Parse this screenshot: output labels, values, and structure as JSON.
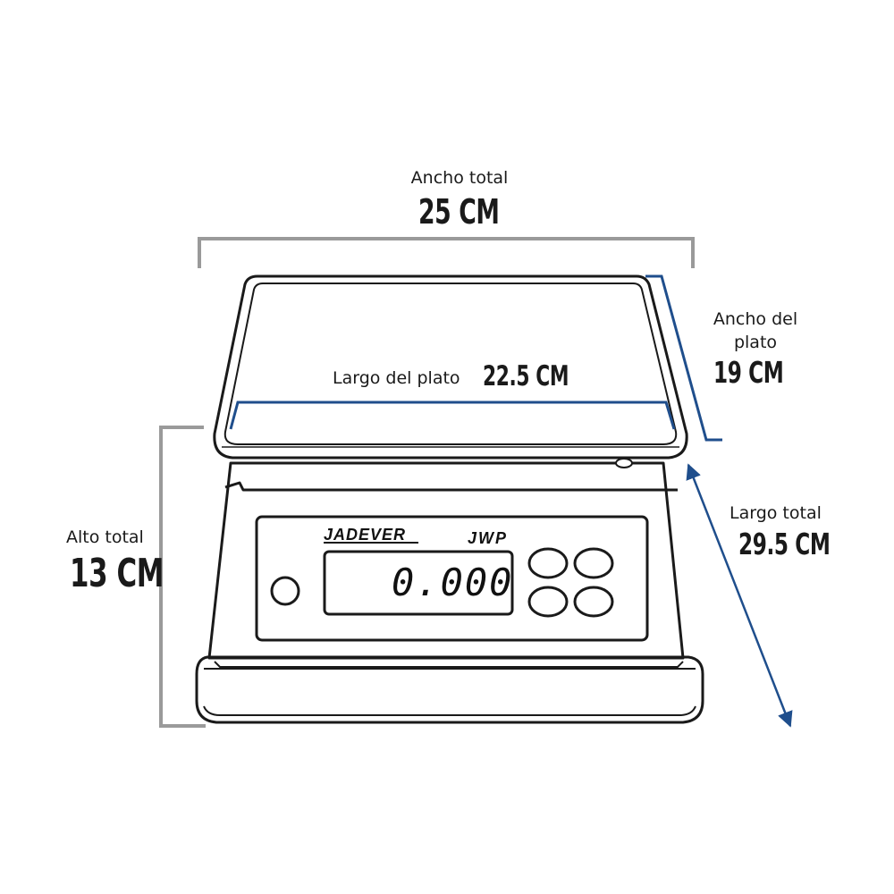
{
  "dimensions": {
    "total_width": {
      "label": "Ancho total",
      "value": "25 CM"
    },
    "plate_length": {
      "label": "Largo del plato",
      "value": "22.5 CM"
    },
    "plate_width": {
      "label_line1": "Ancho del",
      "label_line2": "plato",
      "value": "19 CM"
    },
    "total_length": {
      "label": "Largo total",
      "value": "29.5 CM"
    },
    "total_height": {
      "label": "Alto total",
      "value": "13 CM"
    }
  },
  "scale": {
    "brand": "JADEVER",
    "model": "JWP",
    "display_reading": "0.000"
  },
  "colors": {
    "bracket_gray": "#9a9a9a",
    "dimension_blue": "#1f4e8c",
    "outline": "#1a1a1a"
  }
}
